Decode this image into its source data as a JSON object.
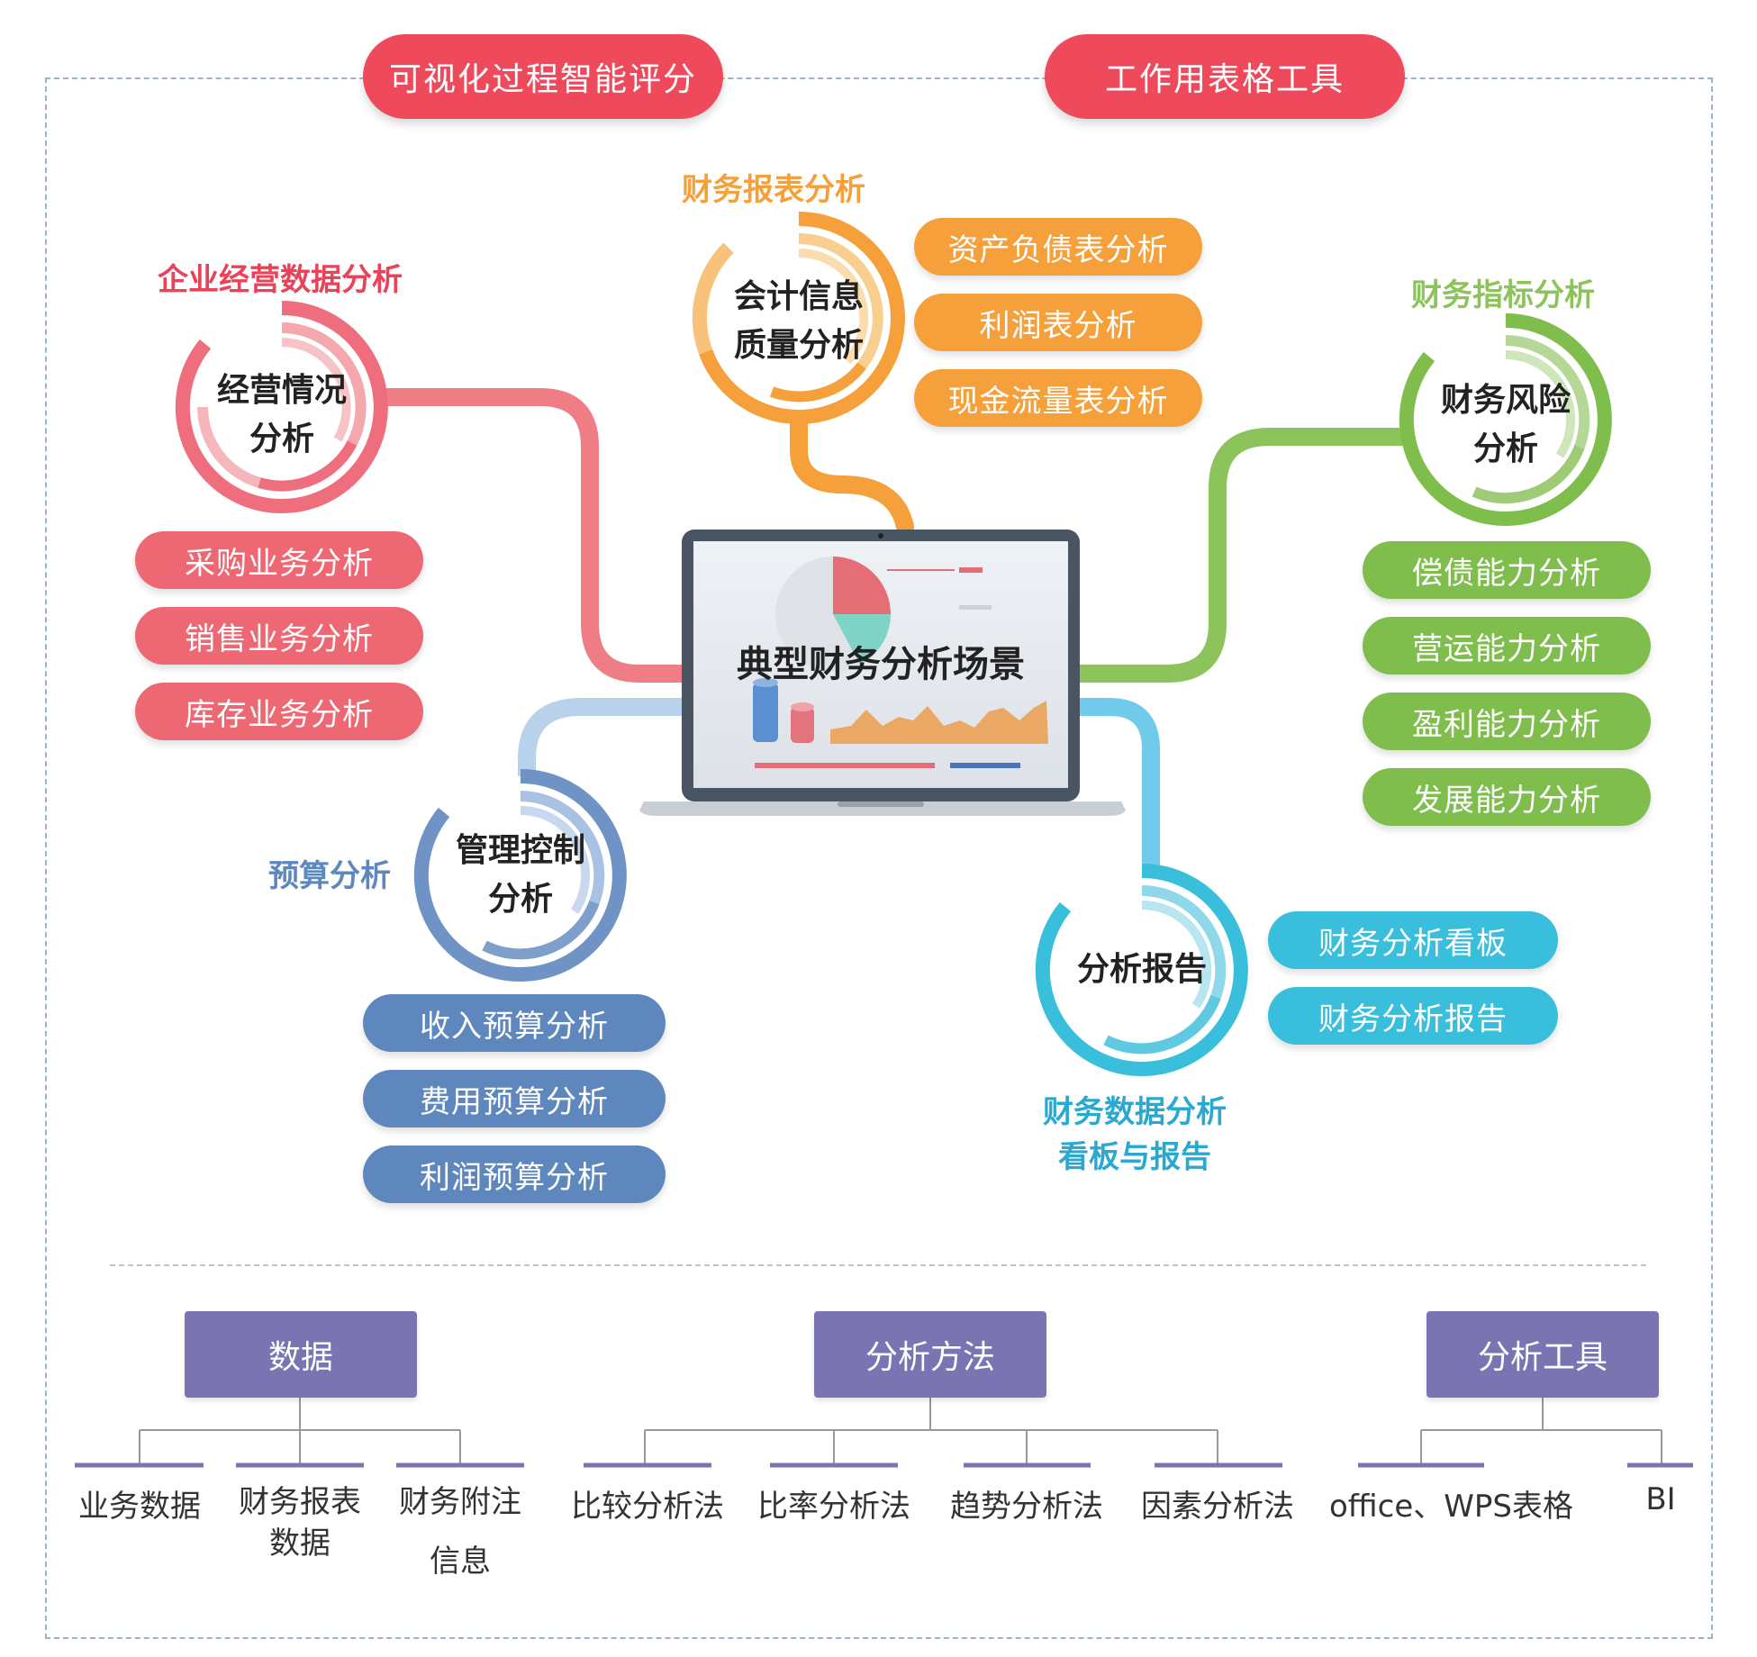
{
  "top_tags": [
    "可视化过程智能评分",
    "工作用表格工具"
  ],
  "center": {
    "title": "典型财务分析场景"
  },
  "groups": {
    "financial_statements": {
      "heading": "财务报表分析",
      "ring_label": "会计信息\n质量分析",
      "items": [
        "资产负债表分析",
        "利润表分析",
        "现金流量表分析"
      ],
      "color": "#f5a03a"
    },
    "business_data": {
      "heading": "企业经营数据分析",
      "ring_label": "经营情况\n分析",
      "items": [
        "采购业务分析",
        "销售业务分析",
        "库存业务分析"
      ],
      "color": "#ed6872"
    },
    "financial_indicators": {
      "heading": "财务指标分析",
      "ring_label": "财务风险\n分析",
      "items": [
        "偿债能力分析",
        "营运能力分析",
        "盈利能力分析",
        "发展能力分析"
      ],
      "color": "#7fbd4d"
    },
    "budget": {
      "heading": "预算分析",
      "ring_label": "管理控制\n分析",
      "items": [
        "收入预算分析",
        "费用预算分析",
        "利润预算分析"
      ],
      "color": "#5e88bd"
    },
    "reports": {
      "heading": "财务数据分析\n看板与报告",
      "ring_label": "分析报告",
      "items": [
        "财务分析看板",
        "财务分析报告"
      ],
      "color": "#39bfdc"
    }
  },
  "bottom": {
    "data": {
      "label": "数据",
      "leaves": [
        "业务数据",
        "财务报表\n数据",
        "财务附注\n信息"
      ]
    },
    "methods": {
      "label": "分析方法",
      "leaves": [
        "比较分析法",
        "比率分析法",
        "趋势分析法",
        "因素分析法"
      ]
    },
    "tools": {
      "label": "分析工具",
      "leaves": [
        "office、WPS表格",
        "BI"
      ]
    }
  }
}
